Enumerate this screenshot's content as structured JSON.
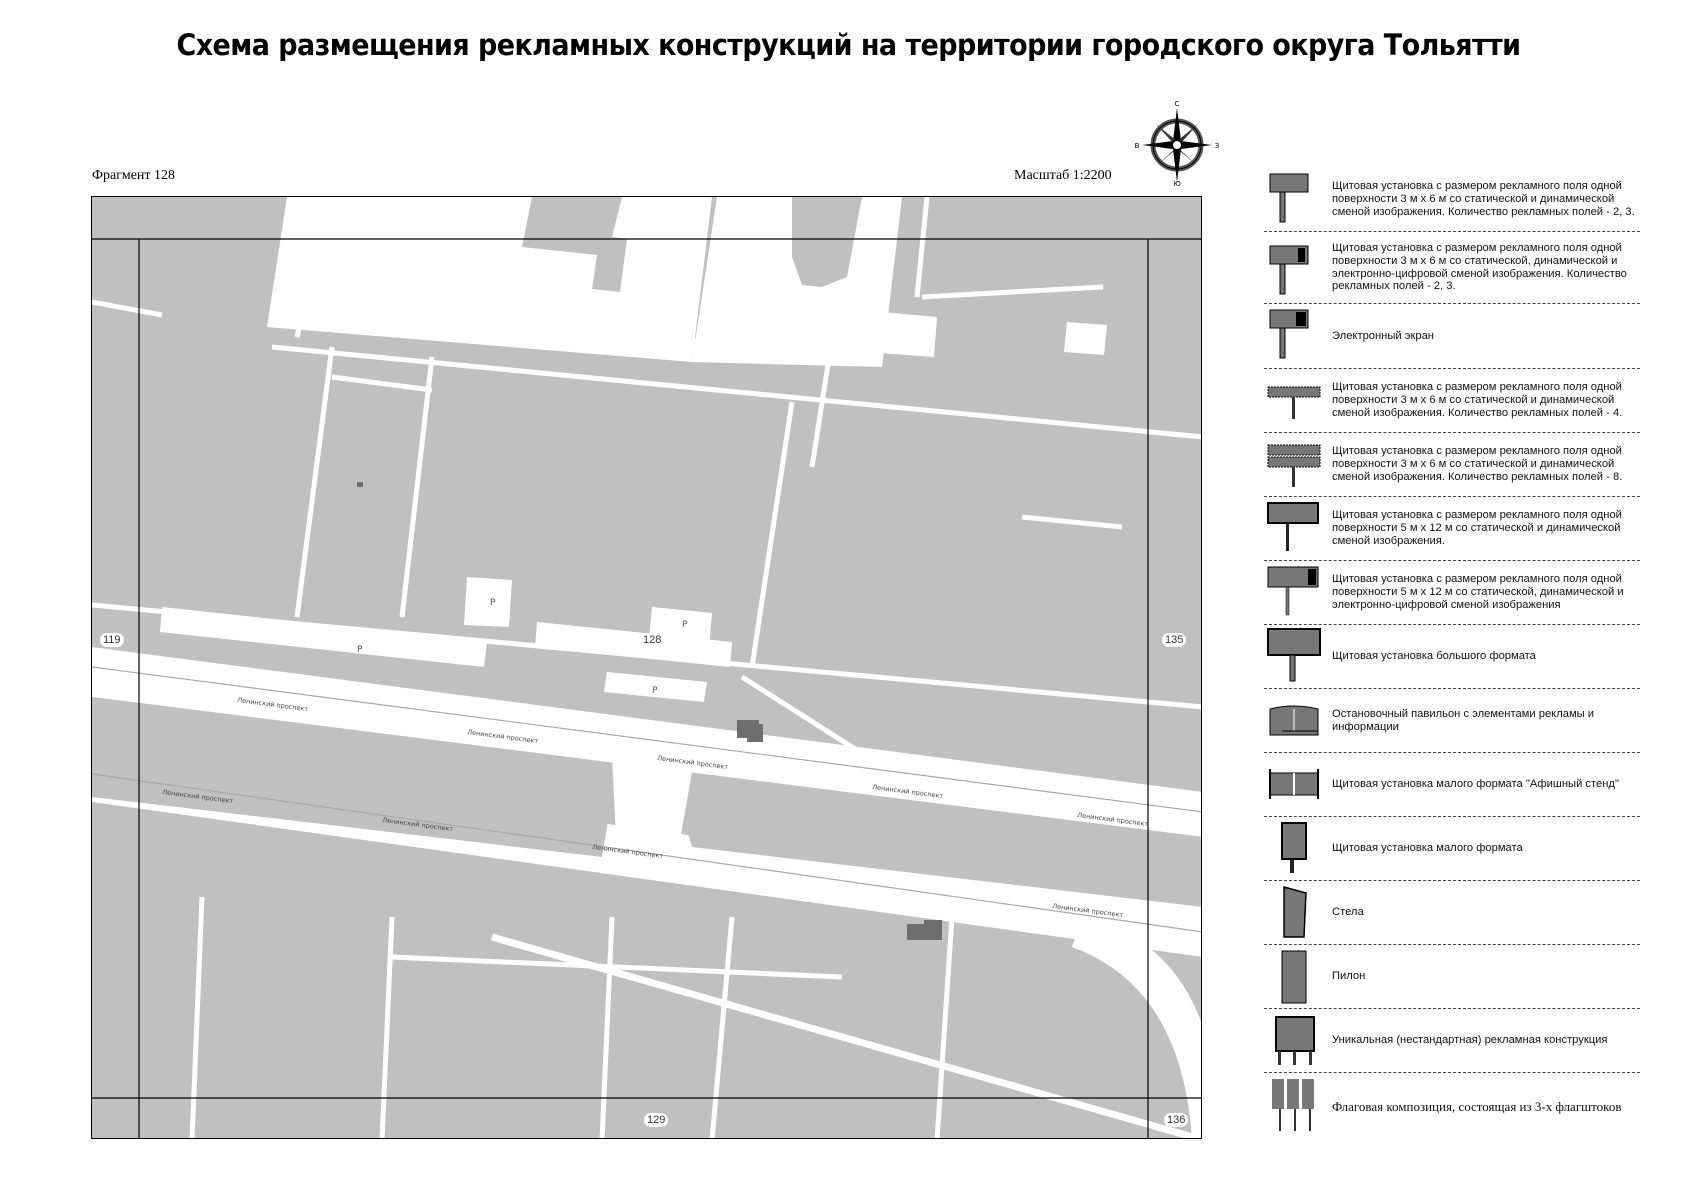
{
  "header": {
    "title": "Схема размещения рекламных конструкций на территории городского округа Тольятти",
    "fragment": "Фрагмент 128",
    "scale": "Масштаб 1:2200"
  },
  "compass": {
    "north": "С",
    "south": "Ю",
    "west": "В",
    "east": "З"
  },
  "map": {
    "background_color": "#c0c0c0",
    "road_color": "#ffffff",
    "construction_color": "#6e6e6e",
    "neighbor_fragments": [
      {
        "label": "119",
        "position": "left"
      },
      {
        "label": "128",
        "position": "center"
      },
      {
        "label": "135",
        "position": "right"
      },
      {
        "label": "129",
        "position": "bottom"
      },
      {
        "label": "136",
        "position": "bottom-right"
      }
    ],
    "street_labels": [
      "Ленинский проспект",
      "Ленинский проспект",
      "Ленинский проспект",
      "Ленинский проспект",
      "Ленинский проспект",
      "Ленинский проспект",
      "Ленинский проспект",
      "Ленинский проспект",
      "Ленинский проспект"
    ],
    "parking_label": "P"
  },
  "legend": {
    "items": [
      {
        "icon": "billboard-3x6-icon",
        "text": "Щитовая установка с размером рекламного поля одной поверхности 3 м х 6 м со статической и динамической сменой изображения. Количество рекламных полей - 2, 3."
      },
      {
        "icon": "billboard-3x6-digital-icon",
        "text": "Щитовая установка с размером рекламного поля одной поверхности 3 м х 6 м со статической, динамической и электронно-цифровой сменой изображения. Количество рекламных полей - 2, 3."
      },
      {
        "icon": "electronic-screen-icon",
        "text": "Электронный экран"
      },
      {
        "icon": "billboard-4-fields-icon",
        "text": "Щитовая установка с размером рекламного поля одной поверхности 3 м х 6 м со статической и динамической сменой изображения. Количество рекламных полей - 4."
      },
      {
        "icon": "billboard-8-fields-icon",
        "text": "Щитовая установка с размером рекламного поля одной поверхности 3 м х 6 м со статической и динамической сменой изображения. Количество рекламных полей - 8."
      },
      {
        "icon": "billboard-5x12-icon",
        "text": "Щитовая установка с размером рекламного поля одной поверхности 5 м х 12 м со статической и динамической сменой изображения."
      },
      {
        "icon": "billboard-5x12-digital-icon",
        "text": "Щитовая установка с размером рекламного поля одной поверхности 5 м х 12 м со статической, динамической и электронно-цифровой сменой изображения"
      },
      {
        "icon": "large-billboard-icon",
        "text": "Щитовая установка большого формата"
      },
      {
        "icon": "bus-stop-pavilion-icon",
        "text": "Остановочный павильон с элементами рекламы и информации"
      },
      {
        "icon": "poster-stand-icon",
        "text": "Щитовая установка малого формата \"Афишный стенд\""
      },
      {
        "icon": "small-billboard-icon",
        "text": "Щитовая установка малого формата"
      },
      {
        "icon": "stele-icon",
        "text": "Стела"
      },
      {
        "icon": "pylon-icon",
        "text": "Пилон"
      },
      {
        "icon": "unique-construction-icon",
        "text": "Уникальная (нестандартная) рекламная конструкция"
      },
      {
        "icon": "flag-composition-icon",
        "text": "Флаговая композиция, состоящая из 3-х флагштоков"
      }
    ]
  }
}
